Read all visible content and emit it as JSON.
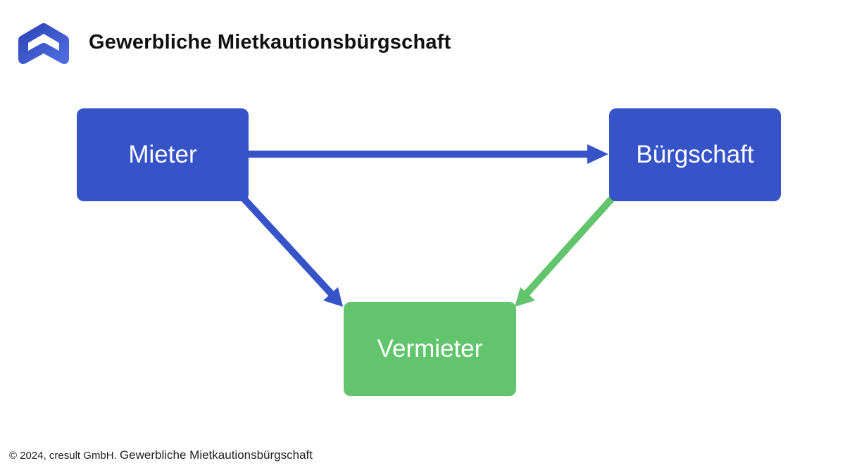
{
  "header": {
    "title": "Gewerbliche Mietkautionsbürgschaft",
    "logo_icon": "house-roof-logo-icon"
  },
  "diagram": {
    "nodes": {
      "mieter": {
        "label": "Mieter",
        "color": "#3653C8"
      },
      "buergschaft": {
        "label": "Bürgschaft",
        "color": "#3653C8"
      },
      "vermieter": {
        "label": "Vermieter",
        "color": "#63C46E"
      }
    },
    "edges": [
      {
        "from": "Mieter",
        "to": "Bürgschaft",
        "color": "#3653C8"
      },
      {
        "from": "Mieter",
        "to": "Vermieter",
        "color": "#3653C8"
      },
      {
        "from": "Bürgschaft",
        "to": "Vermieter",
        "color": "#63C46E"
      }
    ]
  },
  "footer": {
    "copyright": "© 2024, cresult GmbH.",
    "title": "Gewerbliche Mietkautionsbürgschaft"
  },
  "colors": {
    "brand_blue": "#3653C8",
    "accent_green": "#63C46E",
    "text": "#111111"
  }
}
